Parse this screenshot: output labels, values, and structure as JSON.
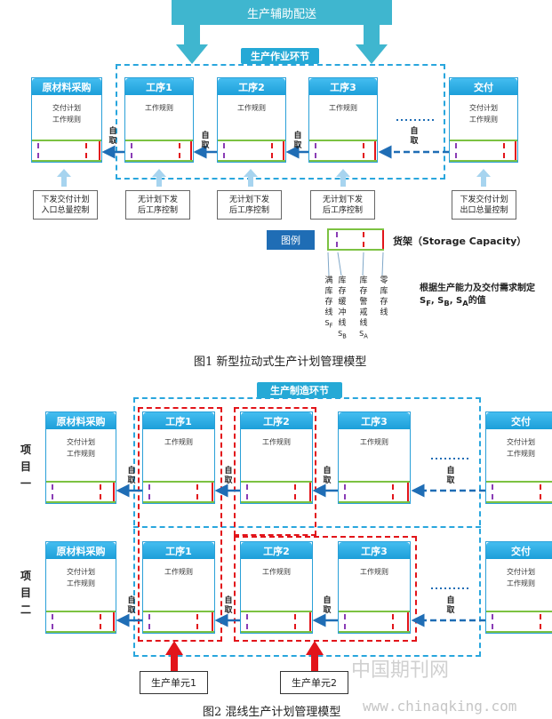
{
  "fig1": {
    "top_banner": "生产辅助配送",
    "section_title": "生产作业环节",
    "cards": [
      {
        "title": "原材料采购",
        "body": [
          "交付计划",
          "工作规则"
        ]
      },
      {
        "title": "工序1",
        "body": [
          "工作规则"
        ]
      },
      {
        "title": "工序2",
        "body": [
          "工作规则"
        ]
      },
      {
        "title": "工序3",
        "body": [
          "工作规则"
        ]
      },
      {
        "title": "交付",
        "body": [
          "交付计划",
          "工作规则"
        ]
      }
    ],
    "pull_label": "自取",
    "notes": [
      [
        "下发交付计划",
        "入口总量控制"
      ],
      [
        "无计划下发",
        "后工序控制"
      ],
      [
        "无计划下发",
        "后工序控制"
      ],
      [
        "无计划下发",
        "后工序控制"
      ],
      [
        "下发交付计划",
        "出口总量控制"
      ]
    ],
    "legend": {
      "label": "图例",
      "shelf_title": "货架（Storage Capacity）",
      "lines": [
        "满库存线",
        "库存缓冲线",
        "库存警戒线",
        "零库存线"
      ],
      "subs": [
        "F",
        "B",
        "A"
      ],
      "note_line1": "根据生产能力及交付需求制定",
      "note_line2": "S",
      "note_rest": "的值"
    },
    "caption": "图1  新型拉动式生产计划管理模型"
  },
  "fig2": {
    "section_title": "生产制造环节",
    "projects": [
      "项目一",
      "项目二"
    ],
    "cards": [
      {
        "title": "原材料采购",
        "body": [
          "交付计划",
          "工作规则"
        ]
      },
      {
        "title": "工序1",
        "body": [
          "工作规则"
        ]
      },
      {
        "title": "工序2",
        "body": [
          "工作规则"
        ]
      },
      {
        "title": "工序3",
        "body": [
          "工作规则"
        ]
      },
      {
        "title": "交付",
        "body": [
          "交付计划",
          "工作规则"
        ]
      }
    ],
    "pull_label": "自取",
    "units": [
      "生产单元1",
      "生产单元2"
    ],
    "caption": "图2  混线生产计划管理模型"
  },
  "watermark_cn": "中国期刊网",
  "watermark_url": "www.chinaqking.com",
  "colors": {
    "accent": "#29a6dd",
    "shelf": "#7cc242",
    "red": "#e2141a",
    "purple": "#8a3db5"
  }
}
